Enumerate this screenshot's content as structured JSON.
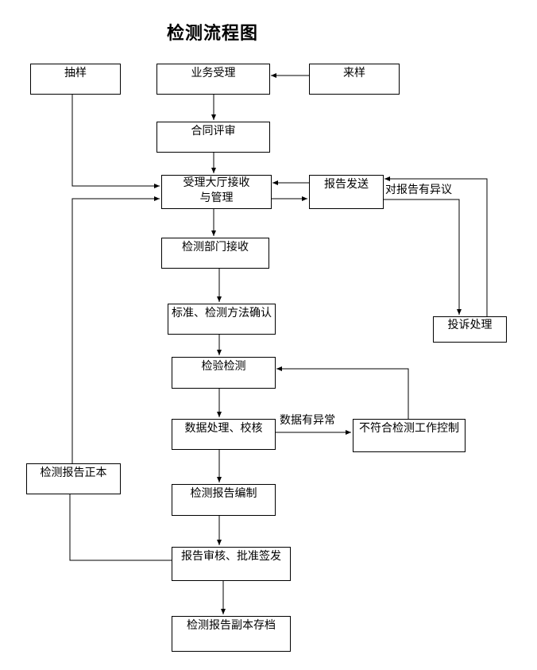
{
  "title": "检测流程图",
  "nodes": {
    "sampling": "抽样",
    "business_acceptance": "业务受理",
    "incoming_sample": "来样",
    "contract_review": "合同评审",
    "hall_receive_line1": "受理大厅接收",
    "hall_receive_line2": "与管理",
    "report_send": "报告发送",
    "complaint_handling": "投诉处理",
    "dept_receive": "检测部门接收",
    "standard_confirm": "标准、检测方法确认",
    "inspection": "检验检测",
    "data_processing": "数据处理、校核",
    "nonconformity_control": "不符合检测工作控制",
    "report_original": "检测报告正本",
    "report_compile": "检测报告编制",
    "report_review": "报告审核、批准签发",
    "report_archive": "检测报告副本存档"
  },
  "edge_labels": {
    "report_objection": "对报告有异议",
    "data_abnormal": "数据有异常"
  },
  "colors": {
    "line": "#000000",
    "box_border": "#000000",
    "background": "#ffffff"
  }
}
